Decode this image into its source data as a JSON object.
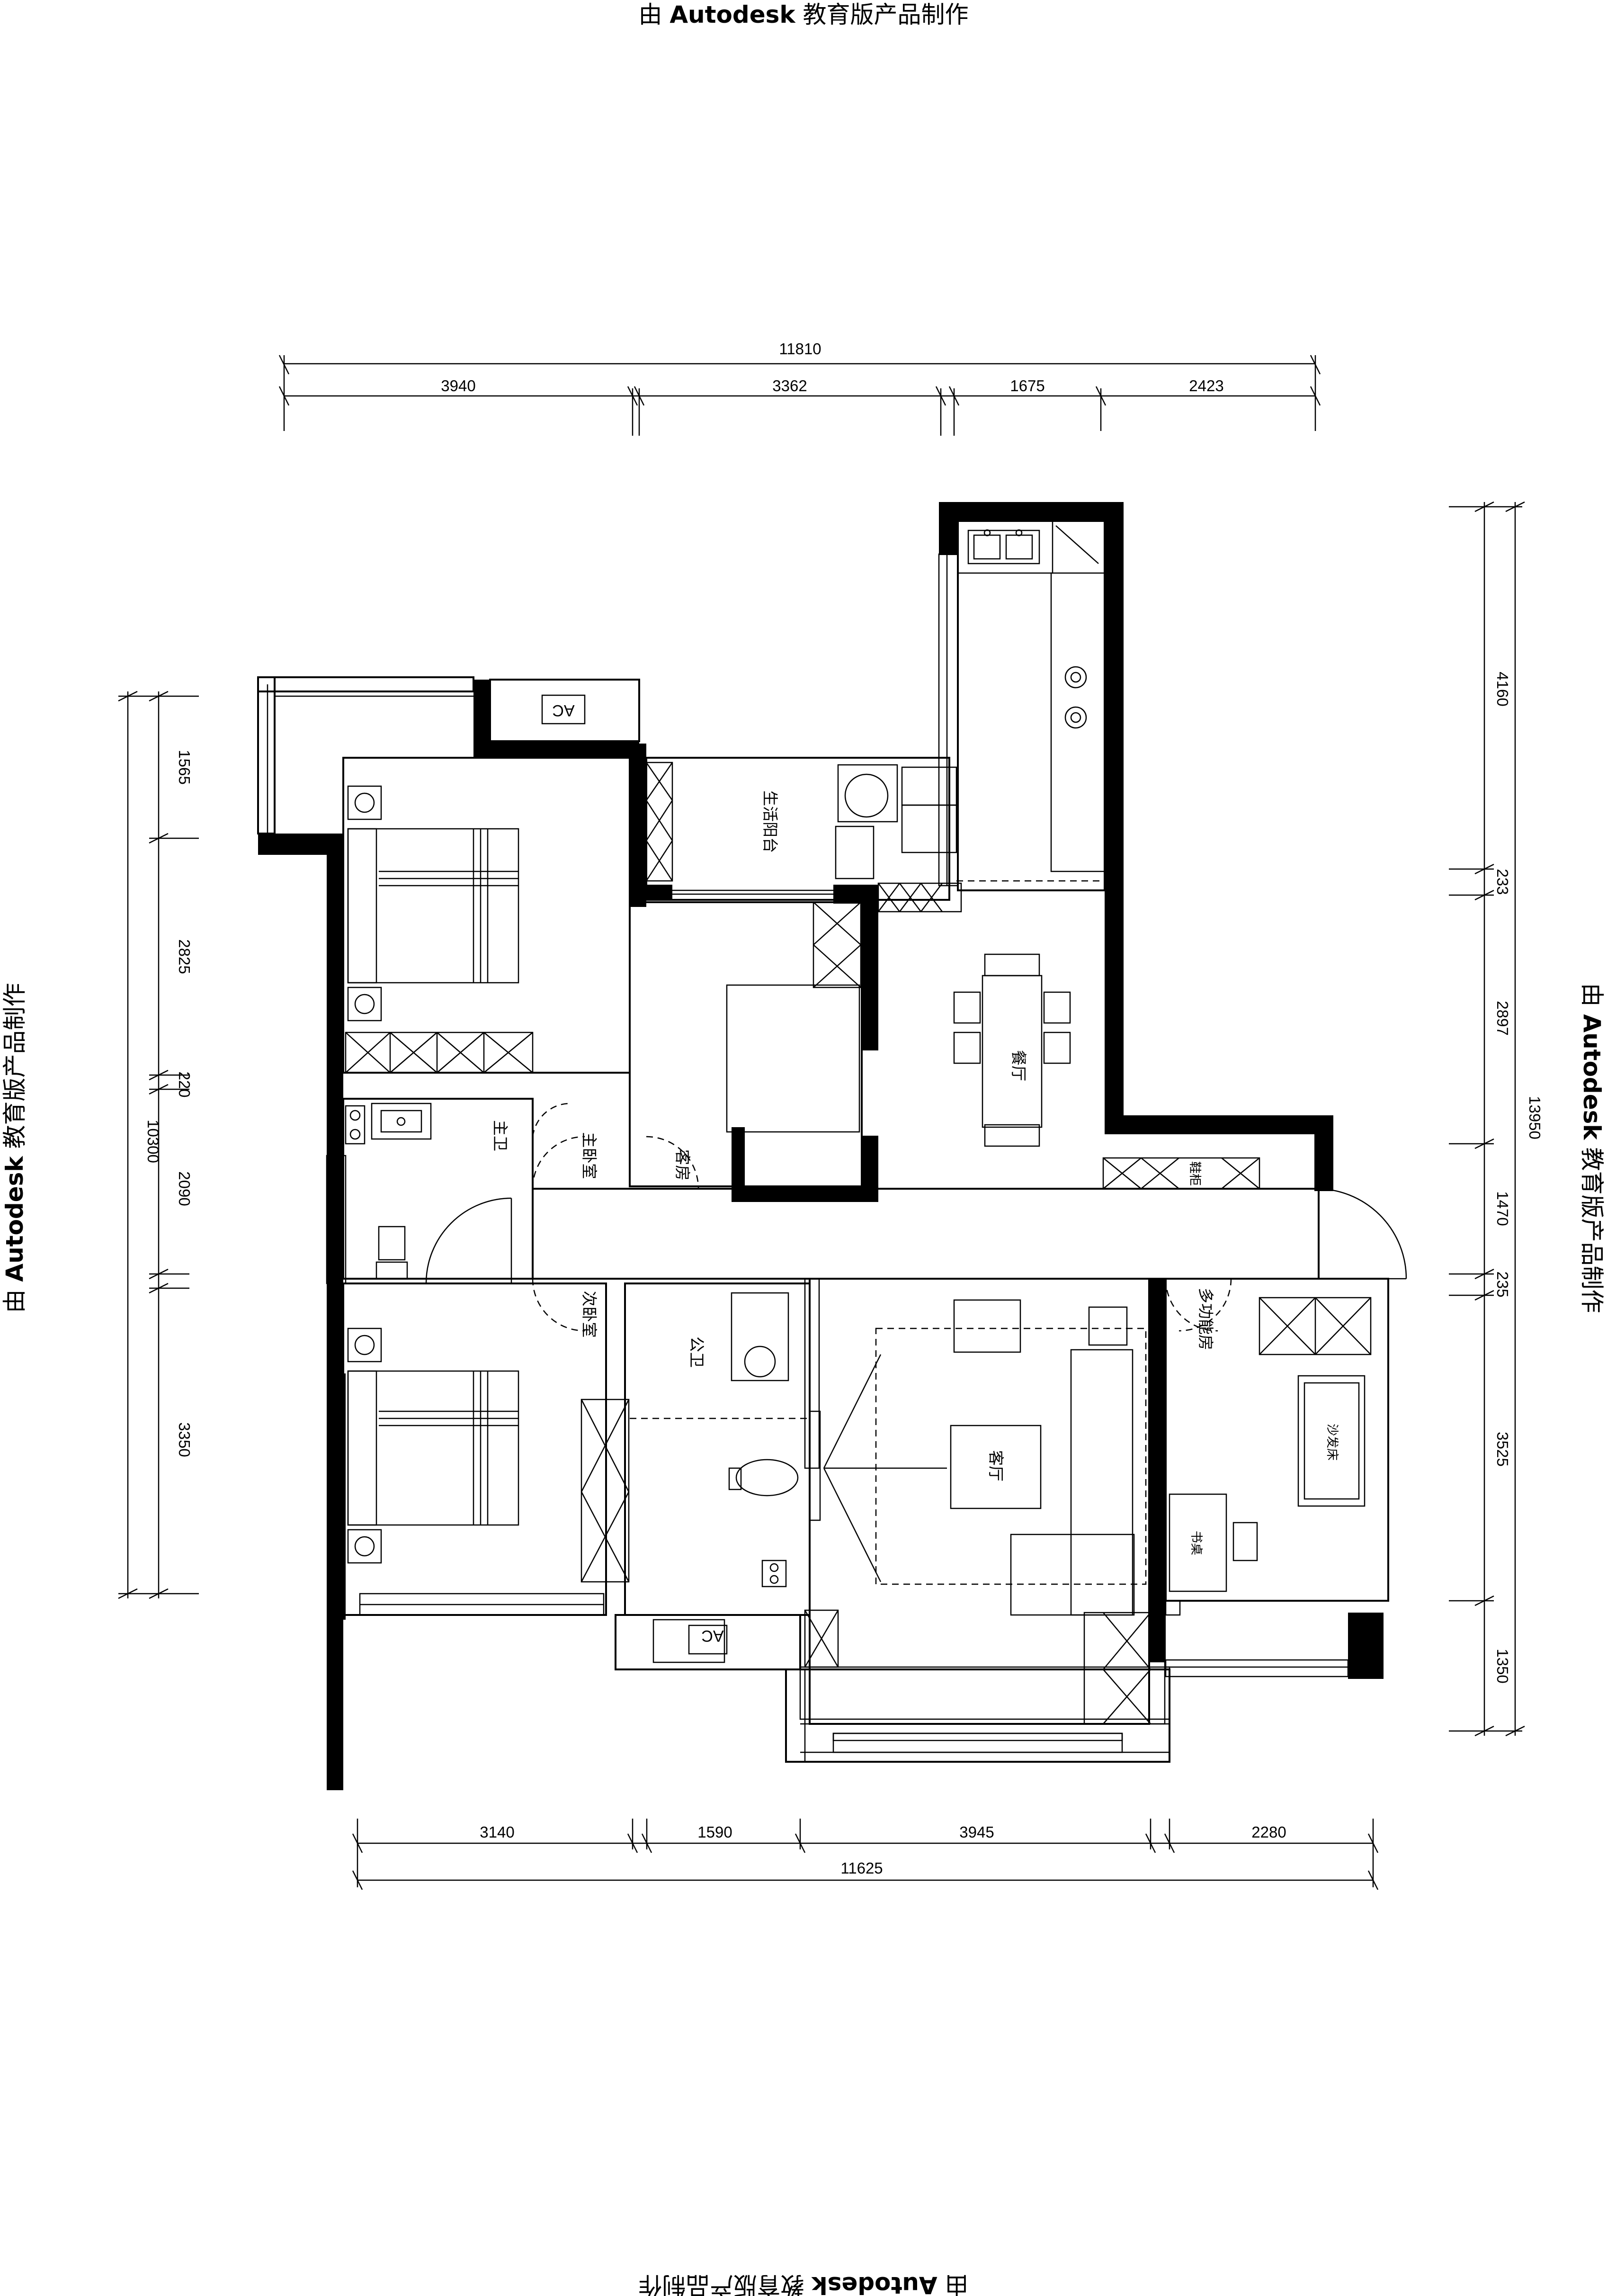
{
  "watermark": {
    "prefix": "由",
    "brand": "Autodesk",
    "suffix": "教育版产品制作"
  },
  "dimensions": {
    "top_total": "11810",
    "top_segments": [
      "3940",
      "3362",
      "1675",
      "2423"
    ],
    "bottom_total": "11625",
    "bottom_segments": [
      "3140",
      "1590",
      "3945",
      "2280"
    ],
    "left_total": "10300",
    "left_segments": [
      "1565",
      "2825",
      "220",
      "2090",
      "3350"
    ],
    "right_total": "13950",
    "right_segments": [
      "4160",
      "233",
      "2897",
      "1470",
      "235",
      "3525",
      "1350"
    ]
  },
  "rooms": {
    "utility_balcony": "生活阳台",
    "dining": "餐厅",
    "master_bath": "主卫",
    "master_bedroom": "主卧室",
    "guest_room": "客房",
    "second_bedroom": "次卧室",
    "public_bath": "公卫",
    "living": "客厅",
    "multi_room": "多功能房",
    "sofa_bed": "沙发床",
    "desk": "书桌",
    "shoe_cabinet": "鞋柜"
  },
  "labels": {
    "ac_top": "AC",
    "ac_bottom": "AC"
  }
}
